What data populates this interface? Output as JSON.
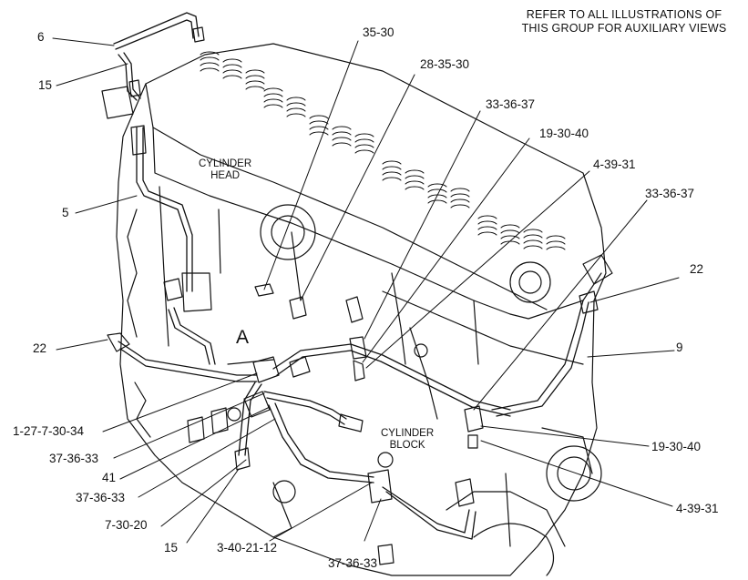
{
  "note": {
    "lines": [
      "REFER TO ALL ILLUSTRATIONS OF",
      "THIS GROUP FOR AUXILIARY VIEWS"
    ]
  },
  "regions": {
    "cylinder_head": [
      "CYLINDER",
      "HEAD"
    ],
    "cylinder_block": [
      "CYLINDER",
      "BLOCK"
    ],
    "view_marker": "A"
  },
  "callouts": [
    "6",
    "15",
    "5",
    "22",
    "1-27-7-30-34",
    "37-36-33",
    "41",
    "37-36-33",
    "7-30-20",
    "15",
    "3-40-21-12",
    "37-36-33",
    "35-30",
    "28-35-30",
    "33-36-37",
    "19-30-40",
    "4-39-31",
    "33-36-37",
    "22",
    "9",
    "19-30-40",
    "4-39-31"
  ]
}
